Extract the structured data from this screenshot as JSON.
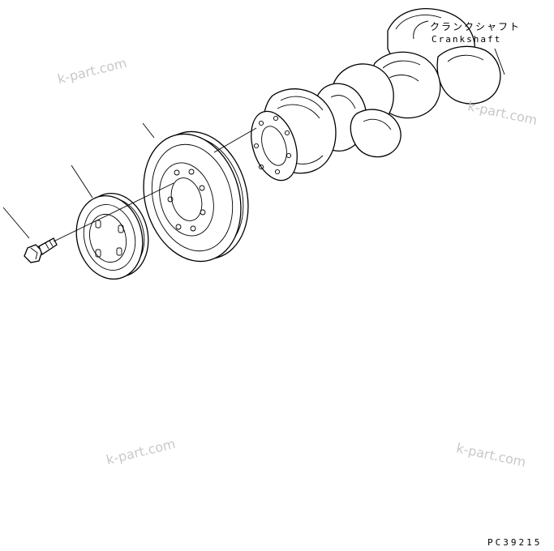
{
  "labels": {
    "crankshaft_jp": "クランクシャフト",
    "crankshaft_en": "Crankshaft",
    "figure_code": "PC39215"
  },
  "watermarks": [
    "k-part.com",
    "k-part.com",
    "k-part.com",
    "k-part.com"
  ]
}
